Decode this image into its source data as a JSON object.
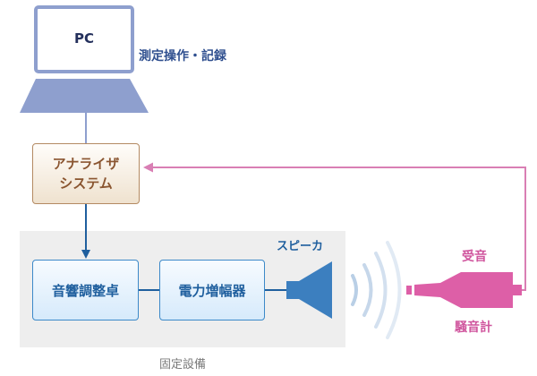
{
  "pc": {
    "label": "PC",
    "caption": "測定操作・記録"
  },
  "analyzer": {
    "line1": "アナライザ",
    "line2": "システム"
  },
  "fixed_equipment": {
    "label": "固定設備",
    "mixer": "音響調整卓",
    "amplifier": "電力増幅器",
    "speaker": "スピーカ"
  },
  "sound_meter": {
    "receive_label": "受音",
    "name": "騒音計"
  },
  "colors": {
    "pc": "#8e9fce",
    "arrow_blue": "#1f5f9e",
    "arrow_pink": "#d97fb4",
    "meter": "#dd5fa7",
    "speaker": "#3c7fbf"
  }
}
